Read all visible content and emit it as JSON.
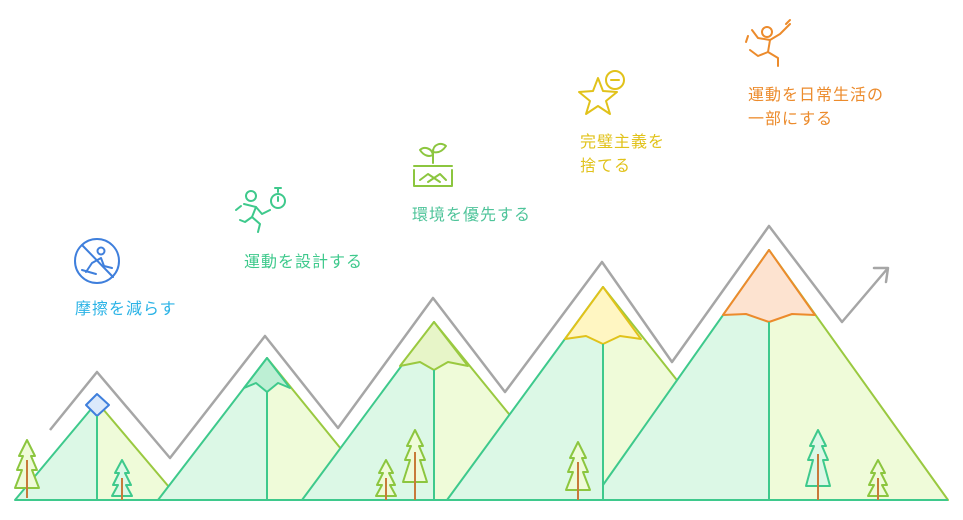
{
  "steps": [
    {
      "label": "摩擦を減らす",
      "color": "#2bb3e6",
      "icon": "no-sitting-icon"
    },
    {
      "label": "運動を設計する",
      "color": "#3ec98c",
      "icon": "runner-stopwatch-icon"
    },
    {
      "label": "環境を優先する",
      "color": "#4fc49a",
      "icon": "plant-handshake-icon"
    },
    {
      "label": "完璧主義を\n捨てる",
      "color": "#e1c21a",
      "icon": "star-minus-icon"
    },
    {
      "label": "運動を日常生活の\n一部にする",
      "color": "#ec8b2c",
      "icon": "climber-icon"
    }
  ],
  "colors": {
    "trend_line": "#a6a6a6",
    "mountain_fill_front": "#dcf8e6",
    "mountain_fill_back": "#effbd9",
    "mountain_stroke_front": "#3ec98c",
    "mountain_stroke_back": "#9ac940",
    "tree": "#8cc63f",
    "trunk": "#c87a3a"
  }
}
